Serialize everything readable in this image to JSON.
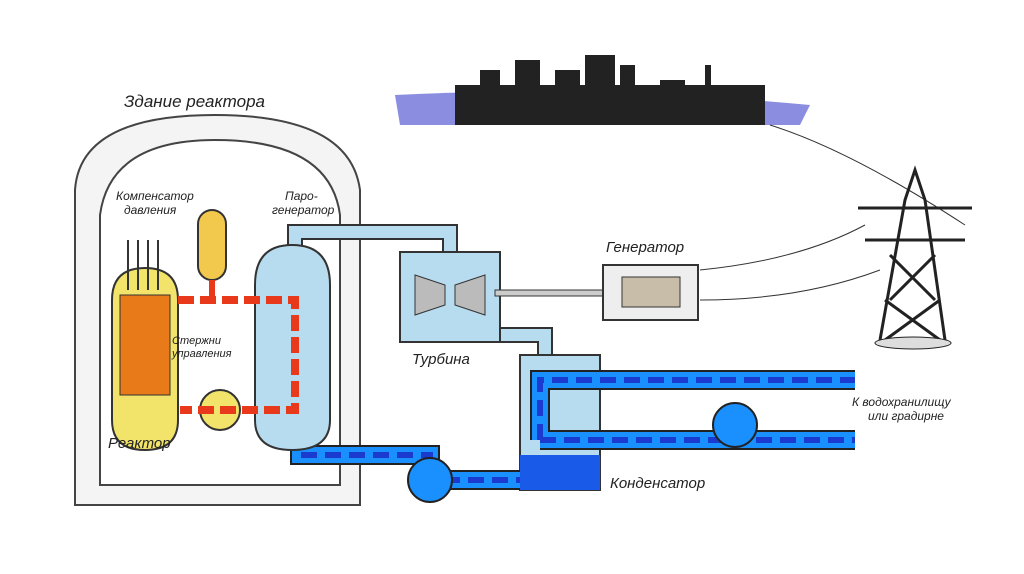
{
  "labels": {
    "reactor_building": "Здание реактора",
    "pressurizer_1": "Компенсатор",
    "pressurizer_2": "давления",
    "steam_gen_1": "Паро-",
    "steam_gen_2": "генератор",
    "generator": "Генератор",
    "control_rods_1": "Стержни",
    "control_rods_2": "управления",
    "turbine": "Турбина",
    "reactor": "Реактор",
    "outlet_1": "К водохранилищу",
    "outlet_2": "или градирне",
    "condenser": "Конденсатор"
  },
  "colors": {
    "hot": "#e83a1a",
    "cold": "#1a5ae8",
    "steam": "#b8dcef",
    "reactor": "#f2e36a"
  }
}
